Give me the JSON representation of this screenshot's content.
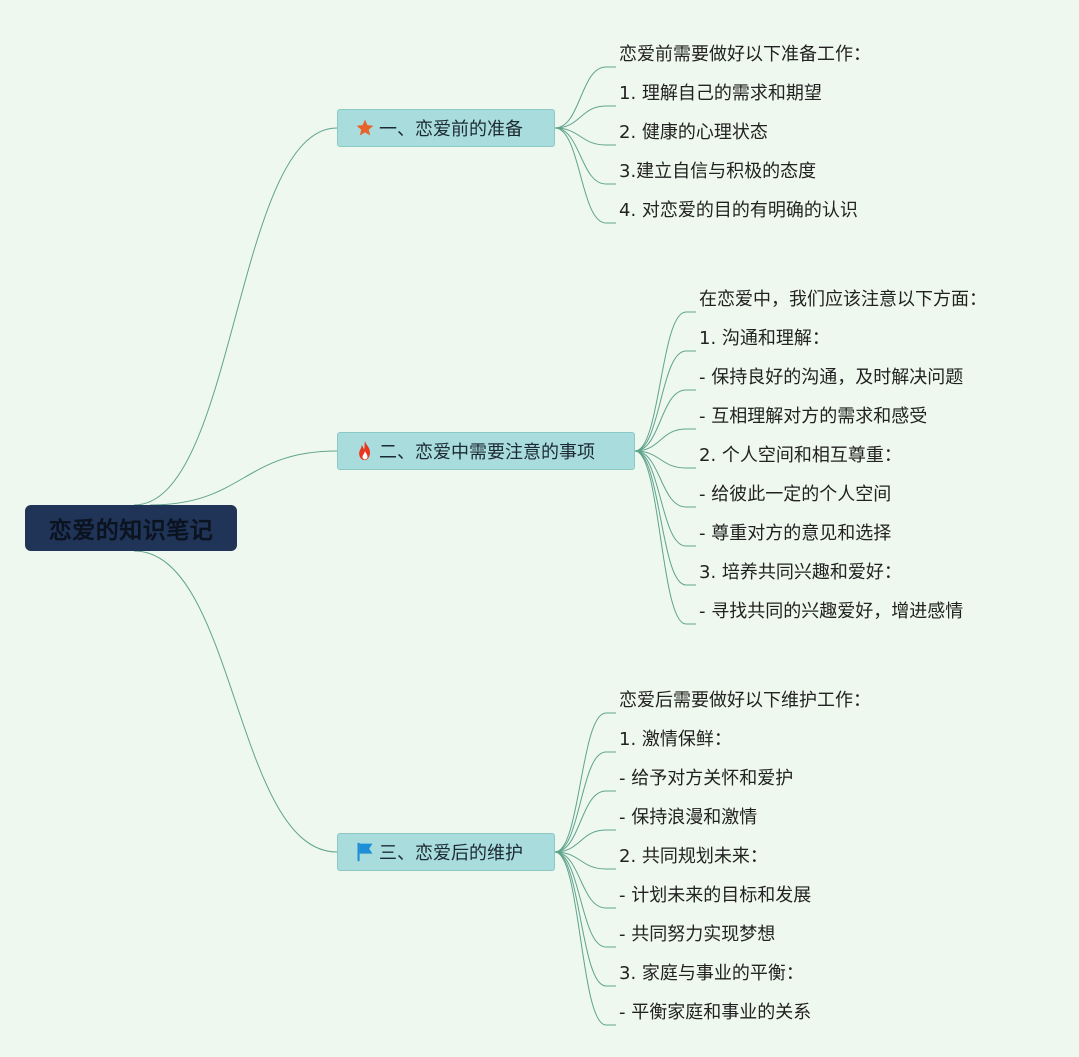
{
  "root": {
    "title": "恋爱的知识笔记"
  },
  "branches": [
    {
      "label": "一、恋爱前的准备",
      "icon": "star-icon",
      "icon_color": "#e8632b",
      "items": [
        "恋爱前需要做好以下准备工作：",
        "1. 理解自己的需求和期望",
        "2. 健康的心理状态",
        "3.建立自信与积极的态度",
        "4. 对恋爱的目的有明确的认识"
      ]
    },
    {
      "label": "二、恋爱中需要注意的事项",
      "icon": "fire-icon",
      "icon_color": "#e8361f",
      "items": [
        "在恋爱中，我们应该注意以下方面：",
        "1. 沟通和理解：",
        "- 保持良好的沟通，及时解决问题",
        "- 互相理解对方的需求和感受",
        "2. 个人空间和相互尊重：",
        "- 给彼此一定的个人空间",
        "- 尊重对方的意见和选择",
        "3. 培养共同兴趣和爱好：",
        "- 寻找共同的兴趣爱好，增进感情"
      ]
    },
    {
      "label": "三、恋爱后的维护",
      "icon": "flag-icon",
      "icon_color": "#1e8fd6",
      "items": [
        "恋爱后需要做好以下维护工作：",
        "1. 激情保鲜：",
        "- 给予对方关怀和爱护",
        "- 保持浪漫和激情",
        "2. 共同规划未来：",
        "- 计划未来的目标和发展",
        "- 共同努力实现梦想",
        "3. 家庭与事业的平衡：",
        "- 平衡家庭和事业的关系"
      ]
    }
  ],
  "colors": {
    "background": "#eff8ee",
    "root_fill": "#1f3457",
    "branch_fill": "#a9dcdc",
    "connector": "#5fa38f"
  }
}
